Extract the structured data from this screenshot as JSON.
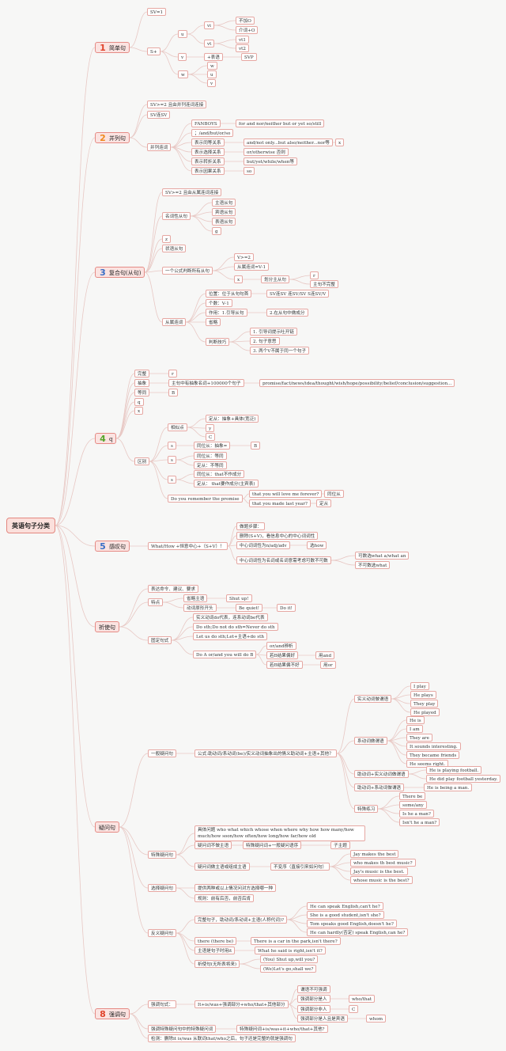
{
  "root": "英语句子分类",
  "colors": {
    "branch_line": "#e8c8c4",
    "leaf_border": "#e6a7a2",
    "num_red": "#e0432b",
    "num_orange": "#ef8a1e",
    "num_green": "#54a62a",
    "num_blue": "#3b6fc6"
  },
  "branches": {
    "simple": {
      "num": "1",
      "label": "简单句"
    },
    "compound": {
      "num": "2",
      "label": "并列句"
    },
    "complex": {
      "num": "3",
      "label": "复合句(从句)"
    },
    "clause": {
      "num": "4",
      "label": "q"
    },
    "exclaim": {
      "num": "5",
      "label": "感叹句"
    },
    "imperative": {
      "num": "",
      "label": "祈使句"
    },
    "question": {
      "num": "",
      "label": "疑问句"
    },
    "emphasis": {
      "num": "8",
      "label": "强调句"
    }
  },
  "simple": {
    "sv1": "SV=1",
    "splus": "S+",
    "u": "u",
    "vi": "vi",
    "bujia": "不加O",
    "jieci": "介词+O",
    "vt": "vt",
    "vt1": "vt1",
    "vt2": "vt2",
    "v": "v",
    "biaoyu": "+表语",
    "svp": "SVP",
    "w": "w",
    "w1": "w",
    "w2": "u",
    "w3": "v"
  },
  "compound": {
    "sv2": "SV>=2 且由并列连词连接",
    "svlian": "SV连SV",
    "conj": "并列连词",
    "fanboys": "FANBOYS",
    "fanboys_list": "for and nor/neither but or yet so/still",
    "semi": "；/and/but/or/so",
    "rel1": "表示同等关系",
    "rel1_list": "and/not only...but also/neither...nor等",
    "x": "x",
    "rel2": "表示选择关系",
    "rel2_list": "or/otherwise 否则",
    "rel3": "表示转折关系",
    "rel3_list": "but/yet/while/when等",
    "rel4": "表示因果关系",
    "rel4_list": "so"
  },
  "complex": {
    "sv2": "SV>=2 且由从属连词连接",
    "noun": "名词性从句",
    "n1": "主语从句",
    "n2": "宾语从句",
    "n3": "表语从句",
    "n4": "g",
    "z": "z",
    "adv": "状语从句",
    "formula": "一个公式判断所有从句",
    "v2": "V>=2",
    "cong": "从属连词=V-1",
    "xx": "x",
    "div": "划分主从句",
    "r": "r",
    "wanzheng": "主句不完整",
    "types": "从属连词",
    "weizhi": "位置：位于从句句首",
    "weizhi_list": "SV连SV 连SV/SV S连SV/V",
    "geshu": "个数：V-1",
    "zuoyong": "作用：1.引导从句",
    "zuoyong2": "2.在从句中做成分",
    "shenglue": "省略",
    "judge": "判断技巧",
    "j1": "1. 引导词提示吐开链",
    "j2": "2. 句子意思",
    "j3": "3. 两个V不属于同一个句子"
  },
  "clause": {
    "wanzheng": "完整",
    "r": "r",
    "chouxiang": "抽象",
    "chouxiang_desc": "主句中有抽象名词+100000个句子",
    "nouns": "promise/fact/news/idea/thought/wish/hope/possibility/belief/conclusion/suggestion...",
    "tongwei": "等同",
    "bb": "B",
    "q": "q",
    "x": "x",
    "qubie": "区别",
    "xiangsi": "相似点",
    "d1": "定从：抽象+具体(宽泛)",
    "dy": "y",
    "dc": "C",
    "s1": "s",
    "t1": "同位从：抽象=",
    "t1b": "B",
    "s2": "s",
    "t2": "同位从：等同",
    "t3": "定从：不等同",
    "s3": "s",
    "t4": "同位从：that不作成分",
    "t5": "定从： that要作成分(主宾表)",
    "remember": "Do you remember the promise",
    "rem1": "that you will love me forever?",
    "rem1b": "同位从",
    "rem2": "that you made last year?",
    "rem2b": "定从"
  },
  "exclaim": {
    "formula": "What/How +恒意中心+（S+V）！",
    "steps": "做题步骤：",
    "s1": "删除(S+V)，看信息中心的中心词词性",
    "s2": "中心词词性为n/adj/adv",
    "s2b": "选how",
    "s3": "中心词词性为名词或名词意需考虑可数不可数",
    "s3a": "可数选what a/what an",
    "s3b": "不可数选what"
  },
  "imperative": {
    "usage": "表达命令、建议、要求",
    "tedian": "特点",
    "shenglue": "省略主语",
    "shut": "Shut up!",
    "dongci": "动词原形开头",
    "bequiet": "Be quiet!",
    "doit": "Do it!",
    "guding": "固定句式",
    "f1": "实义动词do代表，连系动词be代表",
    "f2": "Do sth;Do not do sth=Never do sth",
    "f3": "Let us do sth;Let+主语+do sth",
    "f4": "Do A or/and you will do B",
    "orand": "or/and辨析",
    "ifgood": "若B结果偏好",
    "useand": "用and",
    "ifbad": "若B结果偏不好",
    "useor": "用or"
  },
  "question": {
    "general": "一般疑问句",
    "general_formula": "公式:助动词/系动词(be)/实义动词抽象出的情义助动词+主语+其他？",
    "shiyi": "实义动词做谓语",
    "ip1": "I play",
    "ip2": "He plays",
    "ip3": "They play",
    "ip4": "He played",
    "xi": "系动词做谓语",
    "x1": "He is",
    "x2": "I am",
    "x3": "They are",
    "x4": "It sounds interesting.",
    "x5": "They became friends",
    "x6": "He seems right.",
    "zhu1": "助动词+实义动词做谓语",
    "zh1": "He is playing football.",
    "zh2": "He did play football yesterday.",
    "zhu2": "助动词+系动词做谓语",
    "zh3": "He is being a man.",
    "teshu": "特殊练习",
    "ts1": "There be",
    "ts2": "some/any",
    "ts3": "Is he a man?",
    "ts4": "Isn't he a man?",
    "special": "特殊疑问句",
    "special_words": "具体问题 who what which whose when where why how how many/how much/how soon/how often/how long/how far/how old",
    "sp1": "疑问词不做主语",
    "sp1b": "特殊疑问词+一般疑问语序",
    "sp1c": "子主题",
    "sp2": "疑问词做主语或组成主语",
    "sp2b": "不变序（直接引来如问句）",
    "e1": "Jay makes the best",
    "e2": "who makes th best music?",
    "e3": "Jay's music is the best.",
    "e4": "whose music is the best?",
    "choice": "选择疑问句",
    "c1": "提供两种或以上情况问对方选择哪一种",
    "c2": "规则：前有后否，前否后肯",
    "tag": "反义疑问句",
    "tag1": "完整句子，助动词/系动词+主语(人称代词)?",
    "tq1": "He can speak English,can't he?",
    "tq2": "She is a good student,isn't she?",
    "tq3": "Tom speaks good English,doesn't he?",
    "tq4": "He can hardly(否定) speak English,can he?",
    "tag2": "there (there be)",
    "tag2b": "There is a car in the park,isn't there?",
    "tag3": "主语是句子时用it",
    "tag3b": "What he said is right,isn't it?",
    "tag4": "祈使句(无所表将来)",
    "tag4a": "(You)  Shut up,will you?",
    "tag4b": "(We)Let's go,shall we?"
  },
  "emphasis": {
    "formula": "强调句式：",
    "structure": "It+is/was+强调部分+who/that+其他部分",
    "e1": "谓语不可强调",
    "e2": "强调部分是人",
    "e2b": "who/that",
    "e3": "强调部分非人",
    "e3b": "C",
    "e4": "强调部分是人且是宾语",
    "e4b": "whom",
    "special": "强调特殊疑问句中的特殊疑问词",
    "special2": "特殊疑问词+is/was+it+who/that+其他?",
    "check": "检测：删除it is/was 从联词that/who之后，句子还是完整的就是强调句"
  }
}
